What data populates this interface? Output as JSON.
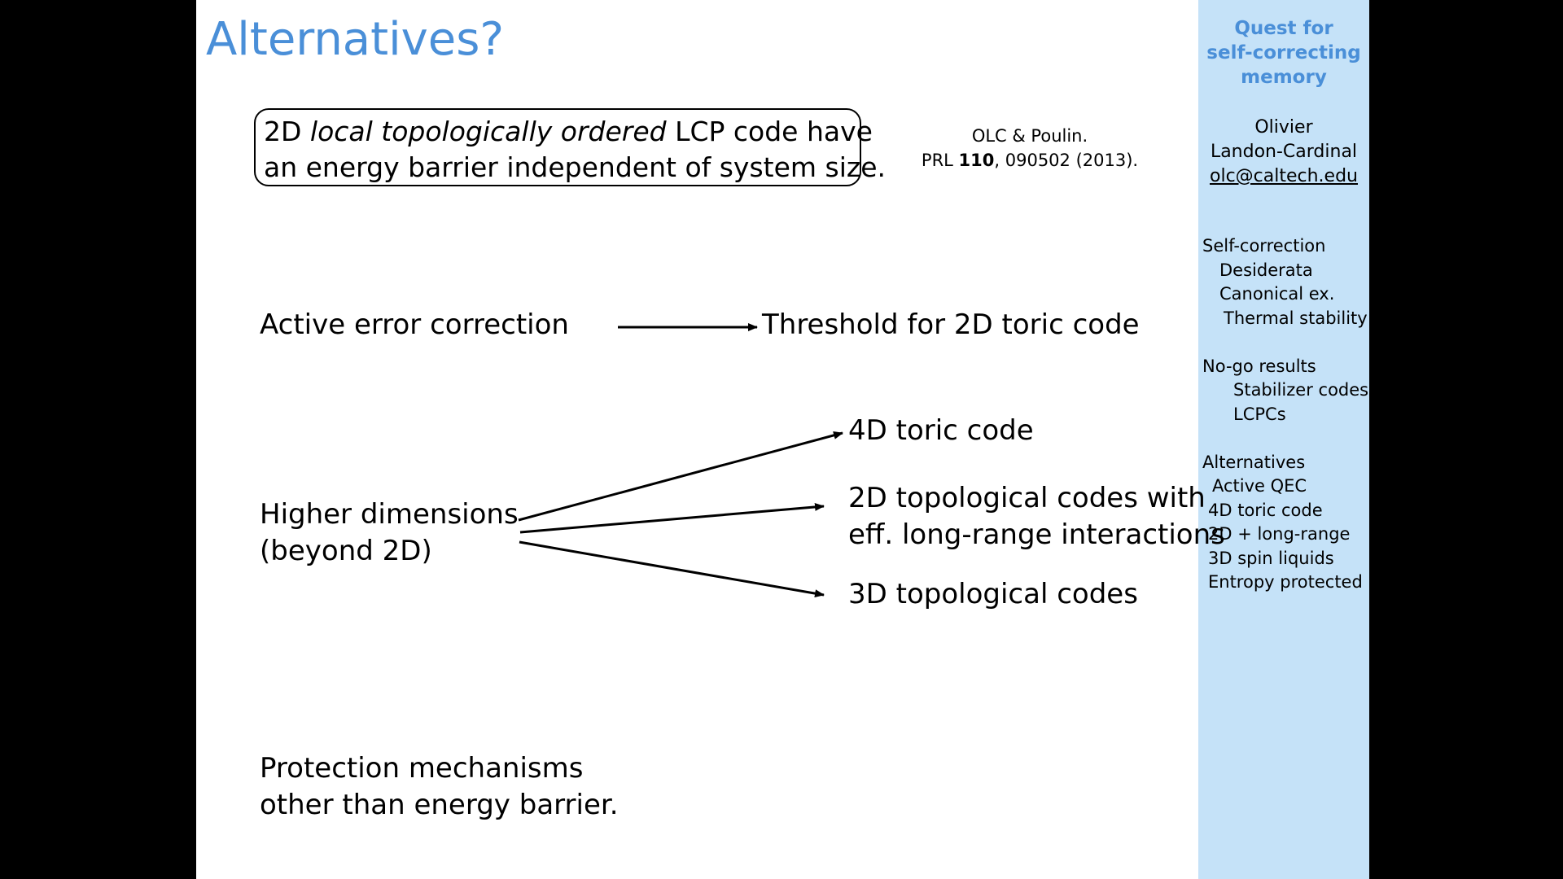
{
  "slide": {
    "title": "Alternatives?",
    "boxed_statement": {
      "line1_prefix": "2D ",
      "line1_italic": "local topologically ordered",
      "line1_suffix": " LCP code have",
      "line2": "an energy barrier independent of system size."
    },
    "reference": {
      "authors": "OLC & Poulin.",
      "journal": "PRL ",
      "volume": "110",
      "rest": ", 090502 (2013)."
    },
    "active": {
      "label": "Active error correction",
      "target": "Threshold for 2D toric code"
    },
    "higher": {
      "line1": "Higher dimensions",
      "line2": "(beyond 2D)",
      "target_1": "4D toric code",
      "target_2_line1": "2D topological codes with",
      "target_2_line2": "eff. long-range interactions",
      "target_3": "3D topological codes"
    },
    "protection": {
      "line1": "Protection mechanisms",
      "line2": "other than energy barrier."
    }
  },
  "sidebar": {
    "heading": [
      "Quest for",
      "self-correcting",
      "memory"
    ],
    "author": [
      "Olivier",
      "Landon-Cardinal"
    ],
    "email": "olc@caltech.edu",
    "toc": [
      {
        "text": "Self-correction",
        "level": 0
      },
      {
        "text": "Desiderata",
        "level": 1
      },
      {
        "text": "Canonical ex.",
        "level": 1
      },
      {
        "text": "Thermal stability",
        "level": 2
      },
      {
        "text": "No-go results",
        "level": 0
      },
      {
        "text": "Stabilizer codes",
        "level": 3
      },
      {
        "text": "LCPCs",
        "level": 3
      },
      {
        "text": "Alternatives",
        "level": 0
      },
      {
        "text": "Active QEC",
        "level": 4
      },
      {
        "text": "4D toric code",
        "level": 5
      },
      {
        "text": "2D + long-range",
        "level": 5
      },
      {
        "text": "3D spin liquids",
        "level": 5
      },
      {
        "text": "Entropy protected",
        "level": 5
      }
    ]
  },
  "colors": {
    "title": "#4a8fd8",
    "sidebar_bg": "#c5e2f8",
    "background": "#000000"
  }
}
